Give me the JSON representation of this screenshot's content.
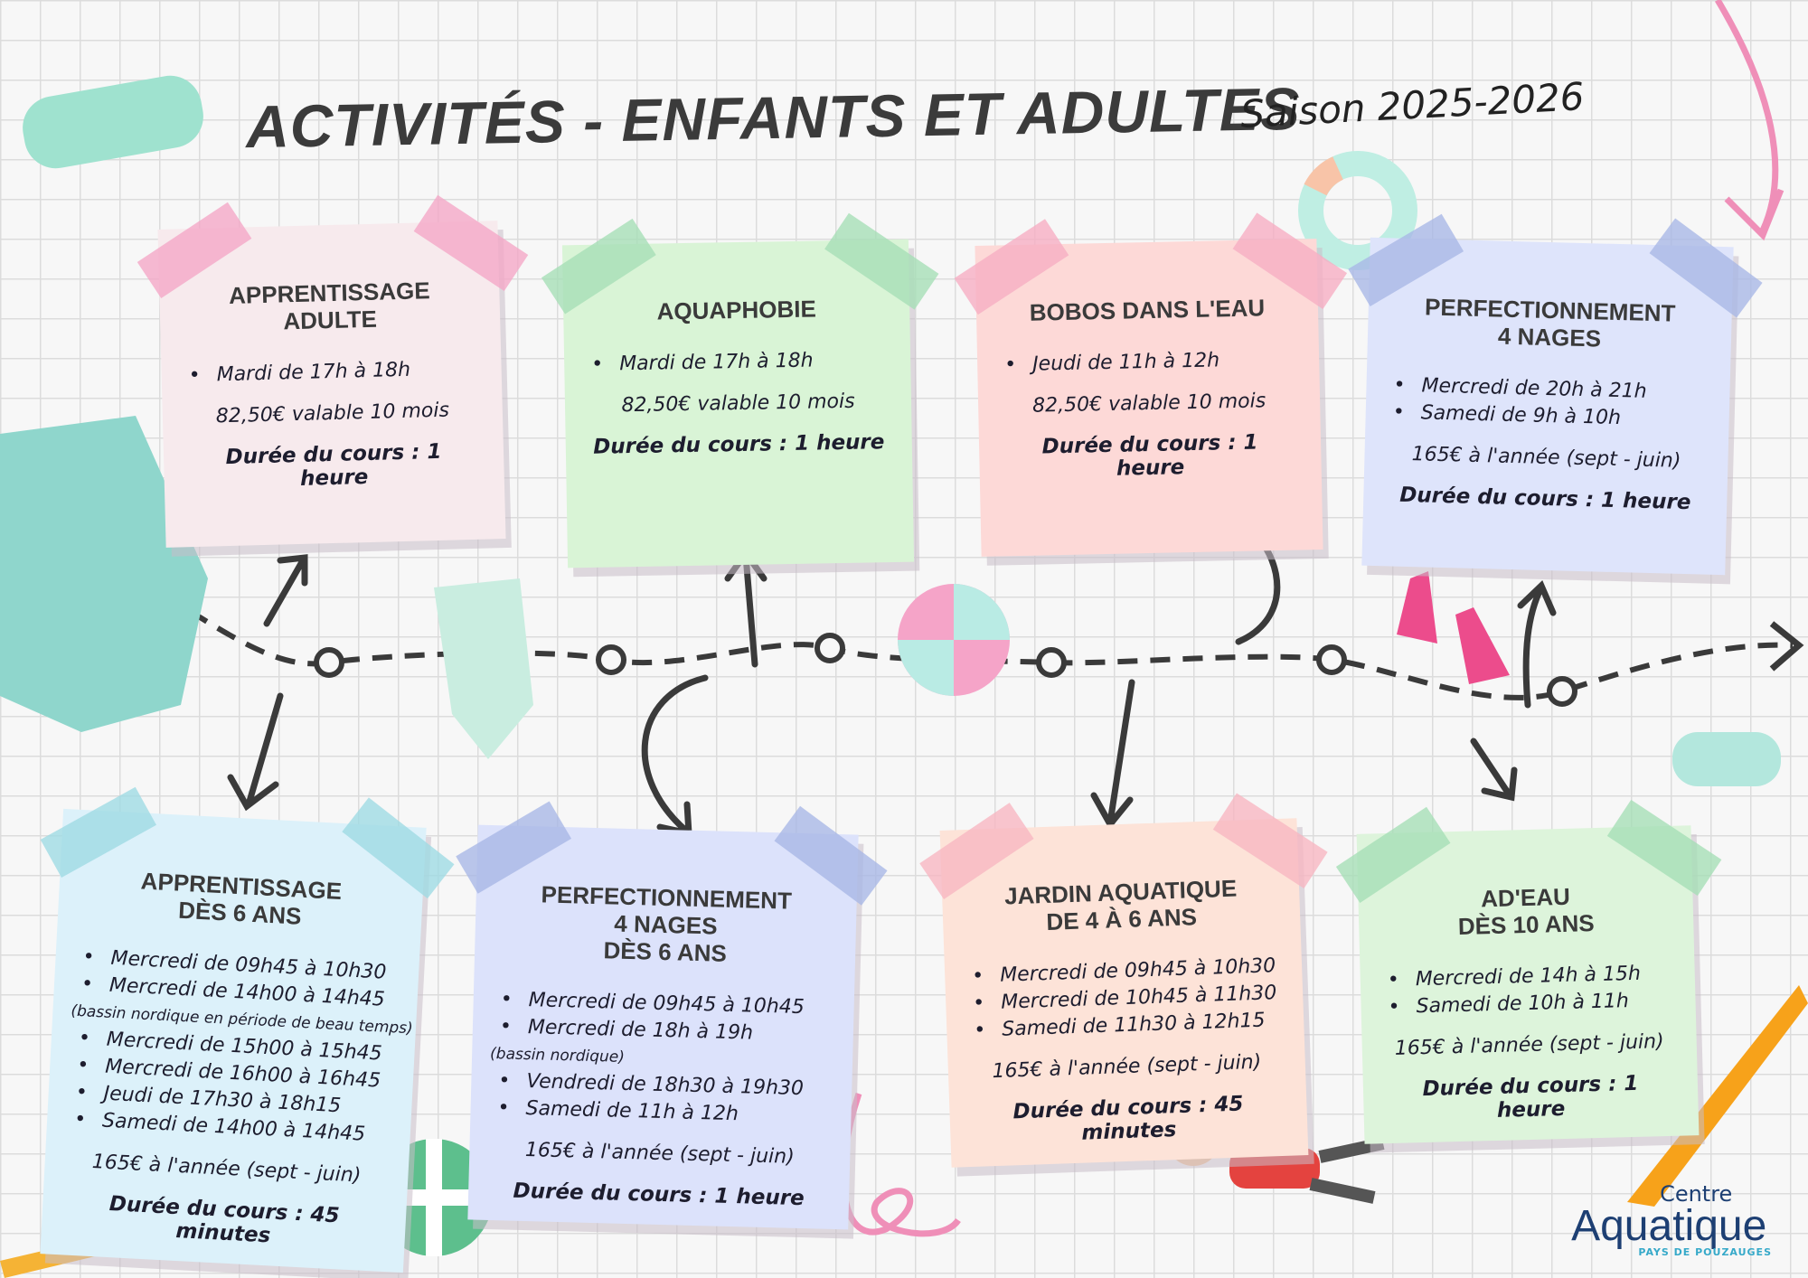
{
  "header": {
    "title": "ACTIVITÉS - ENFANTS ET ADULTES",
    "season": "Saison 2025-2026"
  },
  "cards": [
    {
      "title": "Apprentissage\nAdulte",
      "items": [
        "Mardi de 17h à 18h"
      ],
      "price": "82,50€ valable 10 mois",
      "duration": "Durée du cours : 1 heure",
      "bg": "#f7eaed",
      "tape": "#f4a7c7"
    },
    {
      "title": "Aquaphobie",
      "items": [
        "Mardi de 17h à 18h"
      ],
      "price": "82,50€ valable 10 mois",
      "duration": "Durée du cours : 1 heure",
      "bg": "#d9f4d6",
      "tape": "#a6dfb6"
    },
    {
      "title": "Bobos dans l'eau",
      "items": [
        "Jeudi de 11h à 12h"
      ],
      "price": "82,50€ valable 10 mois",
      "duration": "Durée du cours : 1 heure",
      "bg": "#fdd9d7",
      "tape": "#f6aec3"
    },
    {
      "title": "Perfectionnement\n4 nages",
      "items": [
        "Mercredi de 20h à 21h",
        "Samedi de 9h à 10h"
      ],
      "price": "165€ à l'année (sept - juin)",
      "duration": "Durée du cours : 1 heure",
      "bg": "#dee4fb",
      "tape": "#a9b8e6"
    },
    {
      "title": "Apprentissage\ndès 6 ans",
      "items": [
        "Mercredi de 09h45 à 10h30",
        "Mercredi de 14h00 à 14h45",
        "(bassin nordique en période de beau temps)",
        "Mercredi de 15h00 à 15h45",
        "Mercredi de 16h00 à 16h45",
        "Jeudi de 17h30 à 18h15",
        "Samedi de 14h00 à 14h45"
      ],
      "price": "165€ à l'année (sept - juin)",
      "duration": "Durée du cours : 45 minutes",
      "bg": "#dcf1fa",
      "tape": "#9fdbe3"
    },
    {
      "title": "Perfectionnement\n4 nages\ndès 6 ans",
      "items": [
        "Mercredi de 09h45 à 10h45",
        "Mercredi de 18h à 19h",
        "(bassin nordique)",
        "Vendredi de 18h30 à 19h30",
        "Samedi de 11h à 12h"
      ],
      "price": "165€ à l'année (sept - juin)",
      "duration": "Durée du cours : 1 heure",
      "bg": "#dce2fb",
      "tape": "#a9b8e6"
    },
    {
      "title": "Jardin aquatique\nde 4 à 6 ans",
      "items": [
        "Mercredi de 09h45 à 10h30",
        "Mercredi de 10h45 à 11h30",
        "Samedi de 11h30 à 12h15"
      ],
      "price": "165€ à l'année (sept - juin)",
      "duration": "Durée du cours : 45 minutes",
      "bg": "#fde3d8",
      "tape": "#f8b7c2"
    },
    {
      "title": "Ad'eau\ndès 10 ans",
      "items": [
        "Mercredi de 14h à 15h",
        "Samedi de 10h à 11h"
      ],
      "price": "165€ à l'année (sept - juin)",
      "duration": "Durée du cours : 1 heure",
      "bg": "#ddf4db",
      "tape": "#a6dfb6"
    }
  ],
  "logo": {
    "line1": "Centre",
    "line2": "Aquatique",
    "line3": "PAYS DE POUZAUGES"
  }
}
